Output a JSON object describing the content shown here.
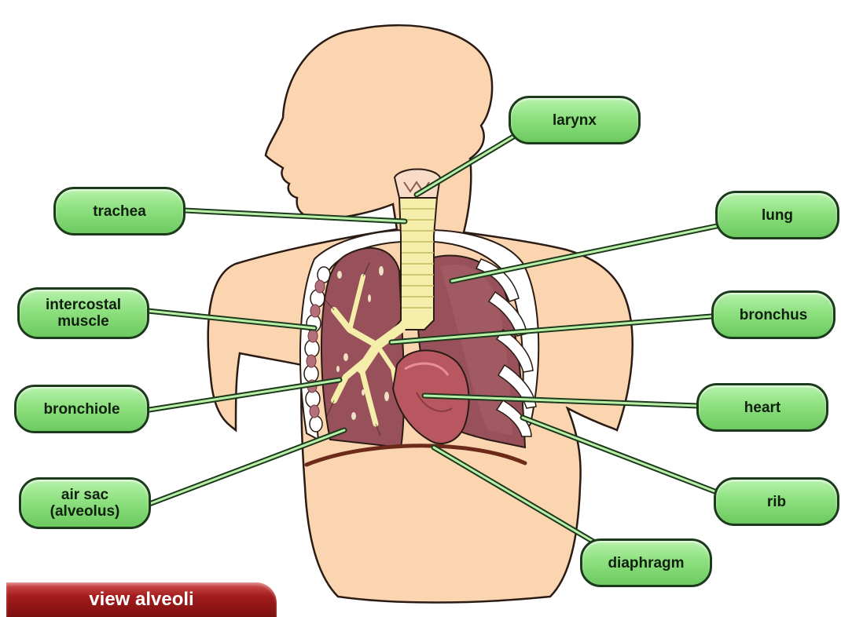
{
  "labels": {
    "larynx": "larynx",
    "trachea": "trachea",
    "lung": "lung",
    "intercostal_muscle": "intercostal\nmuscle",
    "bronchus": "bronchus",
    "bronchiole": "bronchiole",
    "heart": "heart",
    "air_sac": "air sac\n(alveolus)",
    "rib": "rib",
    "diaphragm": "diaphragm"
  },
  "buttons": {
    "view_alveoli": "view alveoli"
  },
  "colors": {
    "skin": "#fbd5b0",
    "skin_outline": "#2a1c14",
    "lung": "#98505a",
    "lung_dark": "#6e3840",
    "trachea": "#f4eeaa",
    "heart": "#b8575f",
    "rib": "#ffffff",
    "diaphragm": "#6b2a1a",
    "label_fill": "#8ee07f",
    "button_red": "#a31c1c"
  }
}
